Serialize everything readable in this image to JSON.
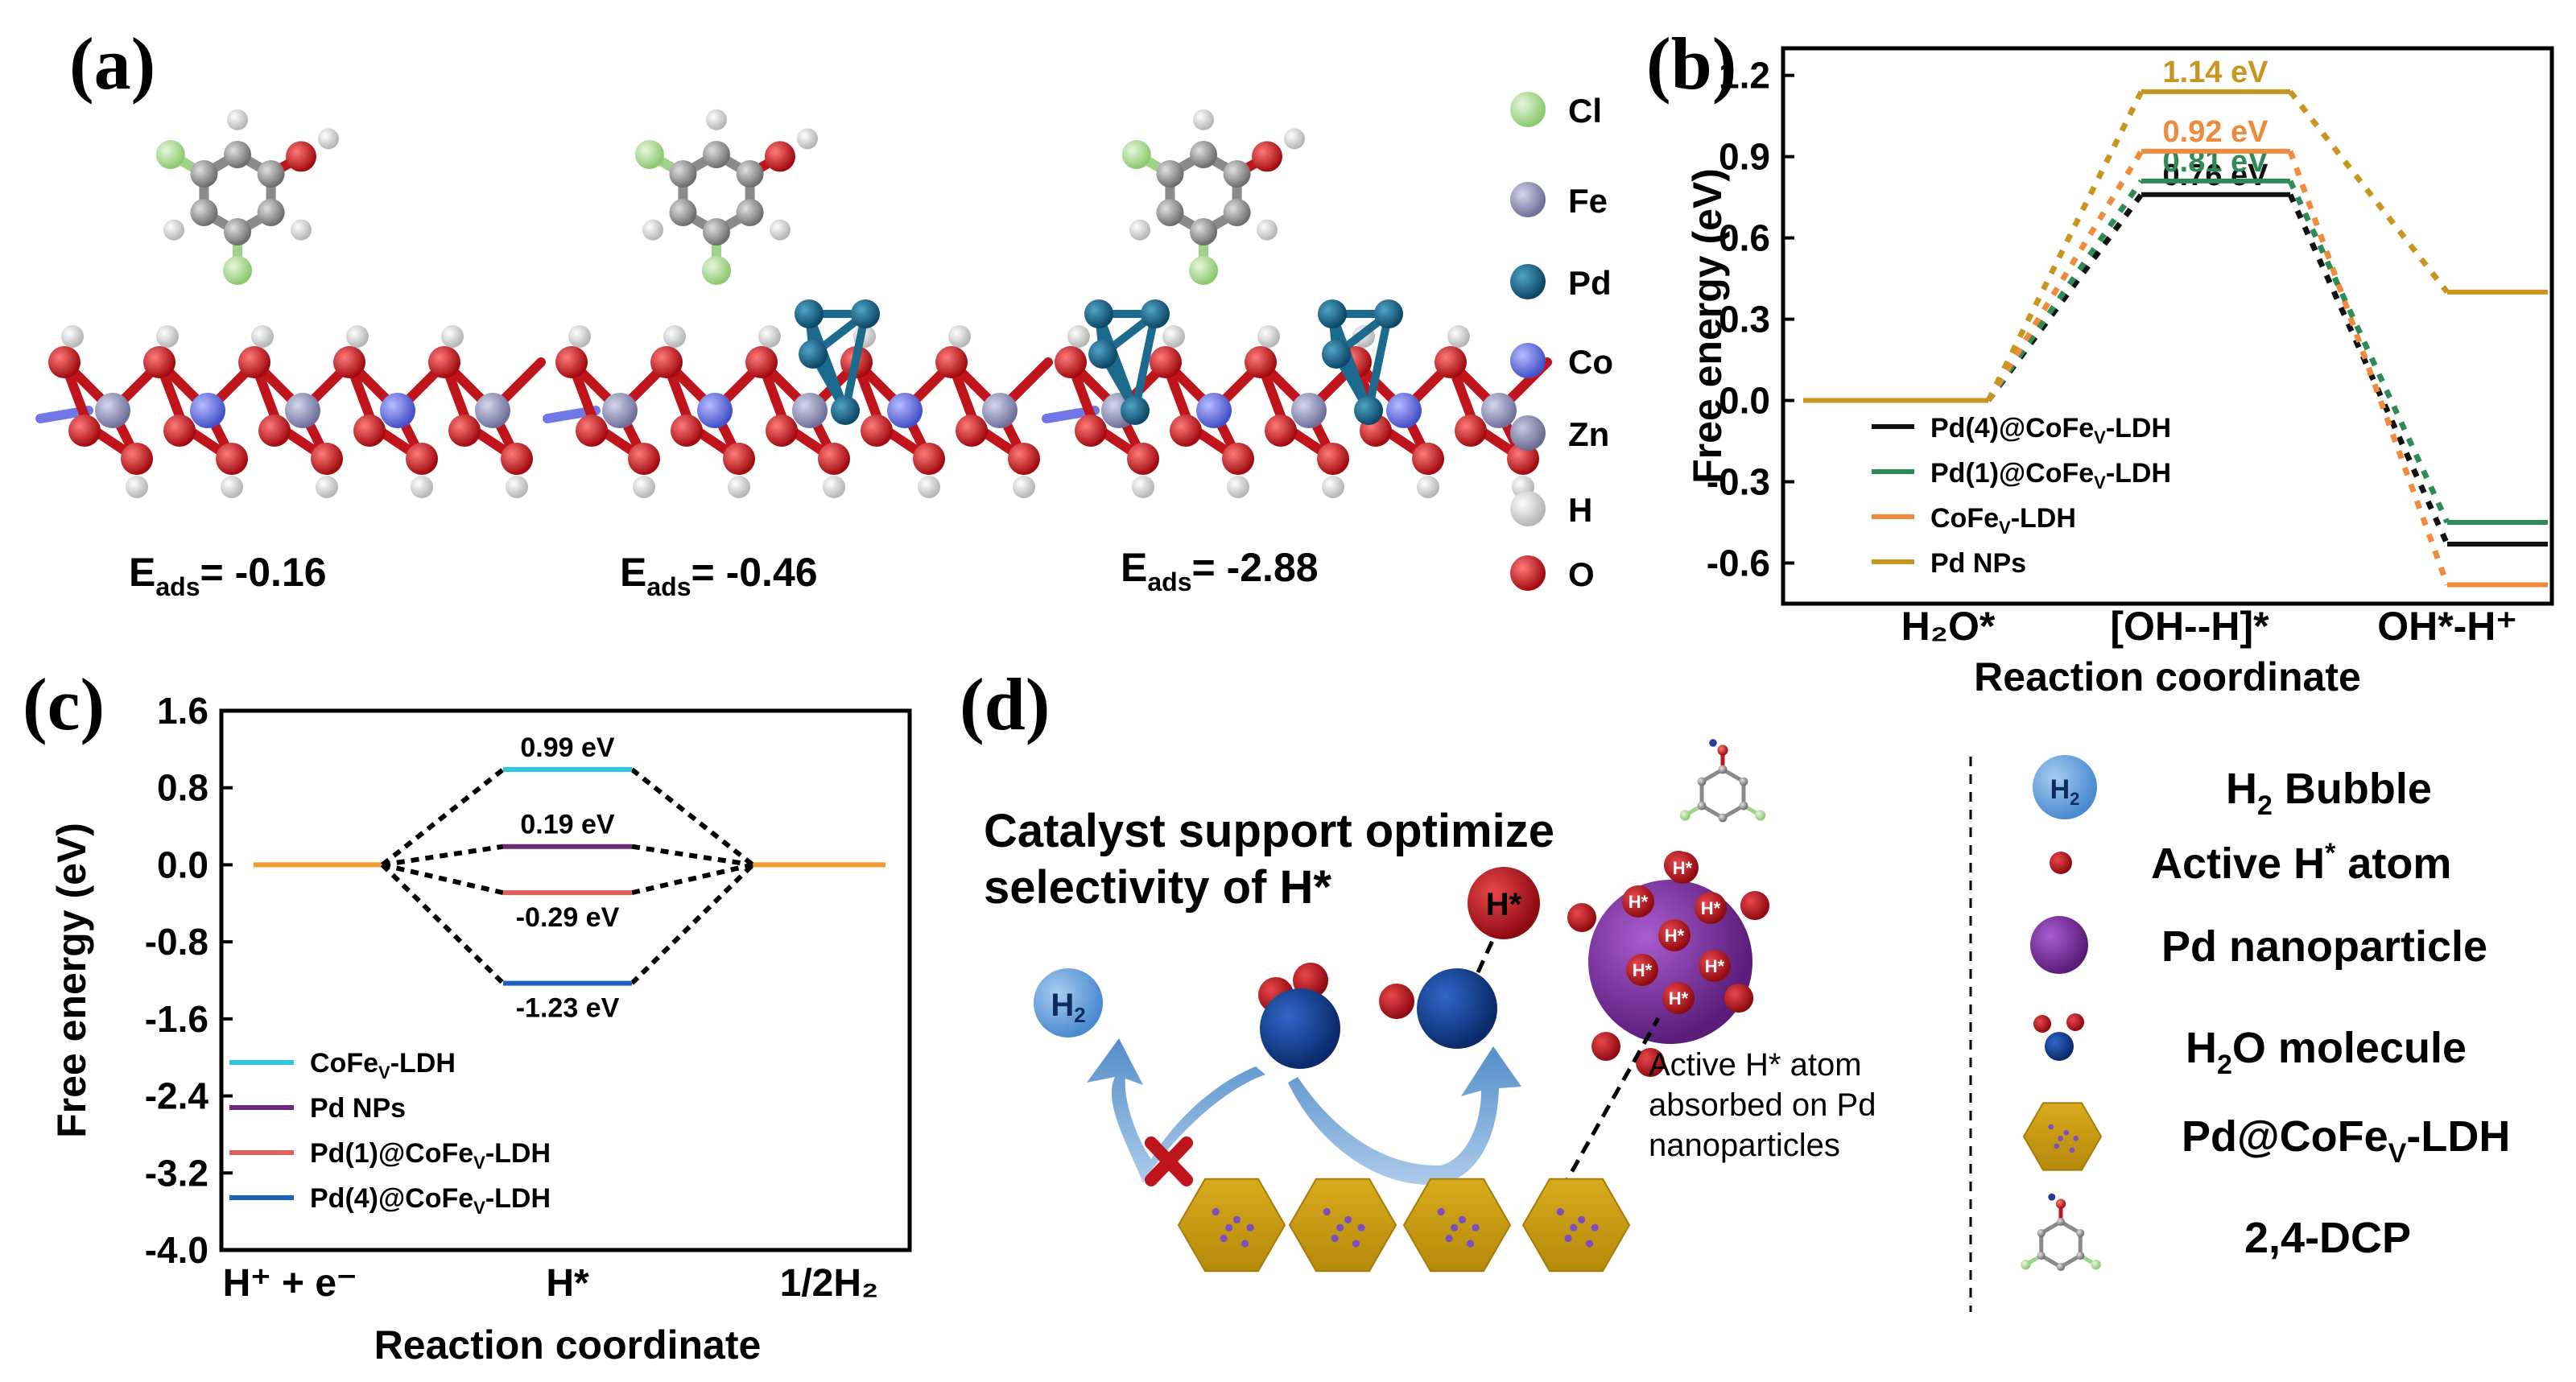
{
  "panel_labels": [
    "(a)",
    "(b)",
    "(c)",
    "(d)"
  ],
  "panel_a": {
    "eads": [
      {
        "label": "E",
        "sub": "ads",
        "value": "= -0.16"
      },
      {
        "label": "E",
        "sub": "ads",
        "value": "= -0.46"
      },
      {
        "label": "E",
        "sub": "ads",
        "value": "= -2.88"
      }
    ],
    "legend": [
      {
        "name": "Cl",
        "color": "#b6e3a5"
      },
      {
        "name": "Fe",
        "color": "#9a9bbe"
      },
      {
        "name": "Pd",
        "color": "#1c6a8e"
      },
      {
        "name": "Co",
        "color": "#6f78e6"
      },
      {
        "name": "Zn",
        "color": "#8c8cb0"
      },
      {
        "name": "H",
        "color": "#e8e8e8"
      },
      {
        "name": "O",
        "color": "#e0121b"
      }
    ],
    "colors": {
      "C": "#8a8a8a",
      "Cl": "#a8d98f",
      "O": "#d61418",
      "H": "#f0f0f0",
      "Pd": "#1c6a8e",
      "Fe": "#8f8fb5",
      "Co": "#6f78e6"
    }
  },
  "chart_data": [
    {
      "panel": "(b)",
      "type": "line",
      "xlabel": "Reaction coordinate",
      "ylabel": "Free energy (eV)",
      "categories": [
        "H₂O*",
        "[OH--H]*",
        "OH*-H⁺"
      ],
      "ylim": [
        -0.75,
        1.3
      ],
      "yticks": [
        "1.2",
        "0.9",
        "0.6",
        "0.3",
        "0.0",
        "-0.3",
        "-0.6"
      ],
      "ytick_values": [
        1.2,
        0.9,
        0.6,
        0.3,
        0.0,
        -0.3,
        -0.6
      ],
      "series": [
        {
          "name": "Pd(4)@CoFeV-LDH",
          "name_parts": [
            "Pd(4)@CoFe",
            "V",
            "-LDH"
          ],
          "color": "#111111",
          "values": [
            0.0,
            0.76,
            -0.53
          ],
          "label": "0.76 eV"
        },
        {
          "name": "Pd(1)@CoFeV-LDH",
          "name_parts": [
            "Pd(1)@CoFe",
            "V",
            "-LDH"
          ],
          "color": "#2e8b57",
          "values": [
            0.0,
            0.81,
            -0.45
          ],
          "label": "0.81 eV"
        },
        {
          "name": "CoFeV-LDH",
          "name_parts": [
            "CoFe",
            "V",
            "-LDH"
          ],
          "color": "#f08a3c",
          "values": [
            0.0,
            0.92,
            -0.68
          ],
          "label": "0.92 eV"
        },
        {
          "name": "Pd NPs",
          "name_parts": [
            "Pd NPs",
            "",
            ""
          ],
          "color": "#c8961e",
          "values": [
            0.0,
            1.14,
            0.4
          ],
          "label": "1.14 eV"
        }
      ],
      "legend_placement": "lower-left",
      "grid": false
    },
    {
      "panel": "(c)",
      "type": "line",
      "xlabel": "Reaction coordinate",
      "ylabel": "Free energy (eV)",
      "categories": [
        "H⁺ + e⁻",
        "H*",
        "1/2H₂"
      ],
      "ylim": [
        -4.0,
        1.6
      ],
      "yticks": [
        "1.6",
        "0.8",
        "0.0",
        "-0.8",
        "-1.6",
        "-2.4",
        "-3.2",
        "-4.0"
      ],
      "ytick_values": [
        1.6,
        0.8,
        0.0,
        -0.8,
        -1.6,
        -2.4,
        -3.2,
        -4.0
      ],
      "series": [
        {
          "name": "CoFeV-LDH",
          "name_parts": [
            "CoFe",
            "V",
            "-LDH"
          ],
          "color": "#2ec4e6",
          "values": [
            0.0,
            0.99,
            0.0
          ],
          "label": "0.99 eV"
        },
        {
          "name": "Pd NPs",
          "name_parts": [
            "Pd NPs",
            "",
            ""
          ],
          "color": "#6b2a7a",
          "values": [
            0.0,
            0.19,
            0.0
          ],
          "label": "0.19 eV"
        },
        {
          "name": "Pd(1)@CoFeV-LDH",
          "name_parts": [
            "Pd(1)@CoFe",
            "V",
            "-LDH"
          ],
          "color": "#e0605a",
          "values": [
            0.0,
            -0.29,
            0.0
          ],
          "label": "-0.29 eV"
        },
        {
          "name": "Pd(4)@CoFeV-LDH",
          "name_parts": [
            "Pd(4)@CoFe",
            "V",
            "-LDH"
          ],
          "color": "#1f5fbf",
          "values": [
            0.0,
            -1.23,
            0.0
          ],
          "label": "-1.23 eV"
        }
      ],
      "baseline_color": "#f29a2e",
      "legend_placement": "lower-left",
      "grid": false
    }
  ],
  "panel_d": {
    "title_line1": "Catalyst support optimize",
    "title_line2": "selectivity of H*",
    "h2_label": "H",
    "h2_sub": "2",
    "hstar_label": "H*",
    "note_lines": [
      "Active H* atom",
      "absorbed on Pd",
      "nanoparticles"
    ],
    "legend": [
      {
        "text": "H",
        "sub": "2",
        "rest": " Bubble"
      },
      {
        "text": "Active H",
        "sup": "*",
        "rest": " atom"
      },
      {
        "text": "Pd nanoparticle",
        "sup": "",
        "rest": ""
      },
      {
        "text": "H",
        "sub": "2",
        "rest": "O molecule"
      },
      {
        "text": "Pd@CoFe",
        "sub": "V",
        "rest": "-LDH"
      },
      {
        "text": "2,4-DCP",
        "sup": "",
        "rest": ""
      }
    ],
    "colors": {
      "h2": "#5b9bd5",
      "navy": "#0e3a8a",
      "red": "#c0141c",
      "purple": "#7a2c9a",
      "hex": "#c89b12",
      "dot": "#7b4fbf"
    }
  }
}
